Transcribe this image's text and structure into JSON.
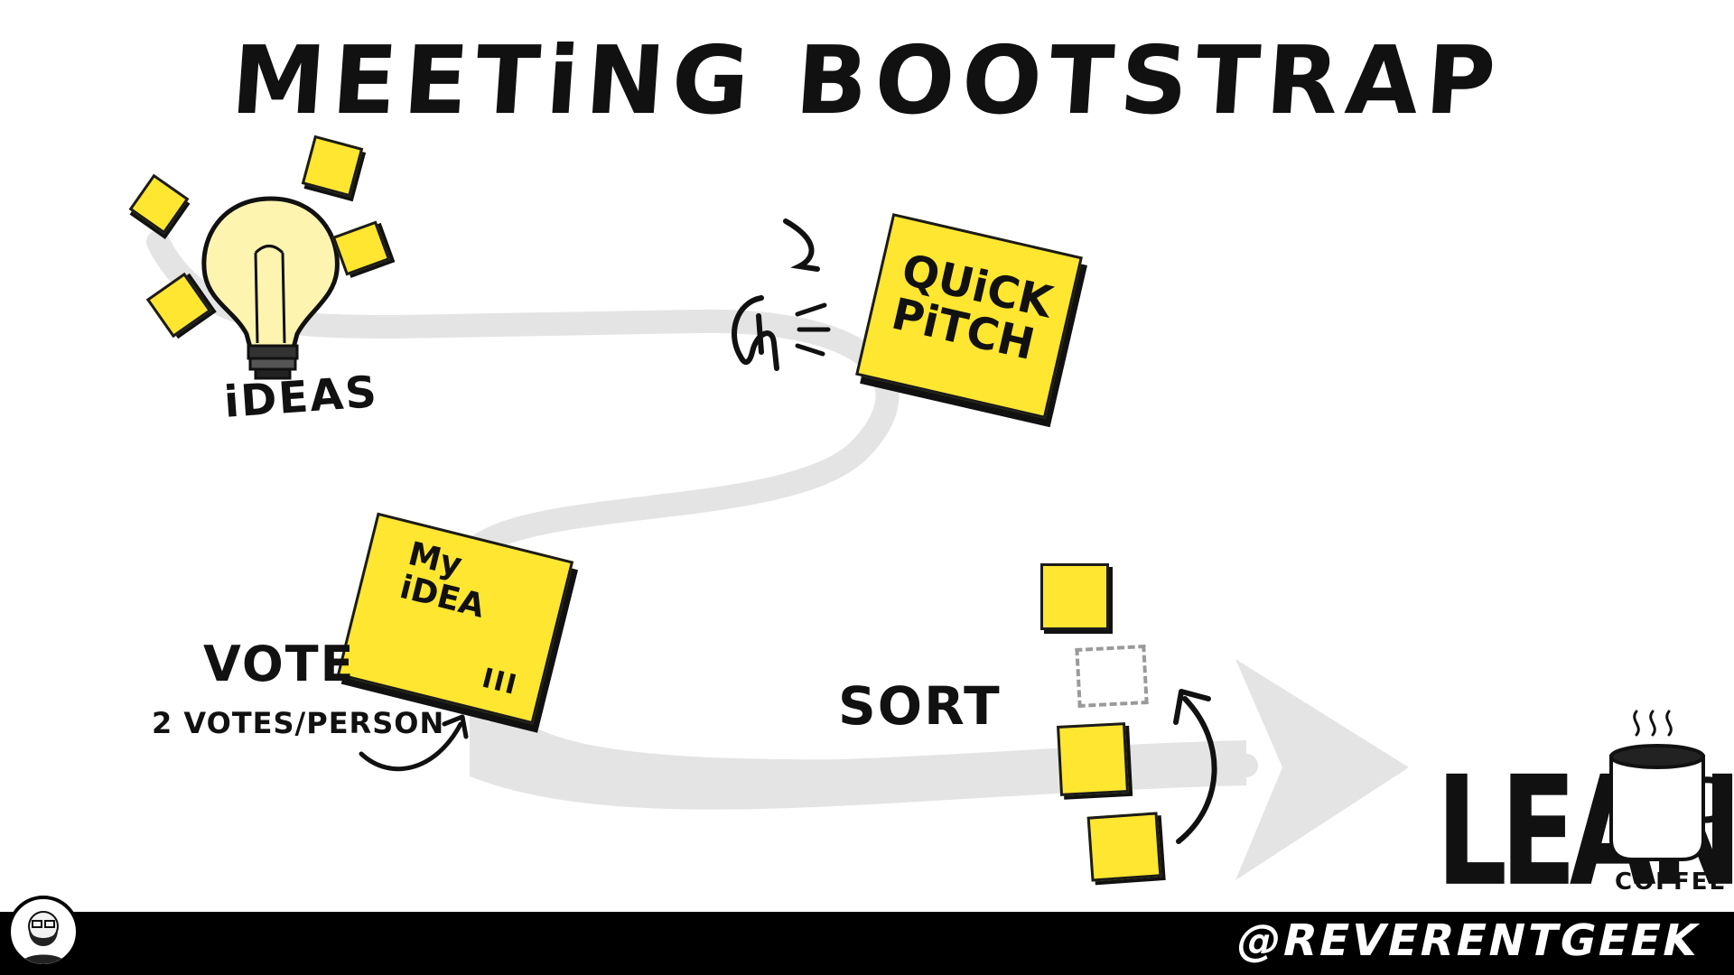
{
  "title": "MEETiNG BOOTSTRAP",
  "steps": {
    "ideas_label": "iDEAS",
    "pitch_note": "QUiCK\nPiTCH",
    "myidea_note": "My\niDEA",
    "tally": "III",
    "vote_label": "VOTE",
    "votes_per_person": "2 VOTES/PERSON",
    "sort_label": "SORT"
  },
  "brand": {
    "lean": "LEAN",
    "coffee": "COFFEE",
    "handle": "@REVERENTGEEK"
  },
  "colors": {
    "sticky": "#ffe631",
    "path": "#e4e4e4",
    "ink": "#111111",
    "bulb": "#fdf4b0"
  },
  "icons": [
    "lightbulb-icon",
    "megaphone-icon",
    "coffee-mug-icon",
    "avatar-icon"
  ]
}
